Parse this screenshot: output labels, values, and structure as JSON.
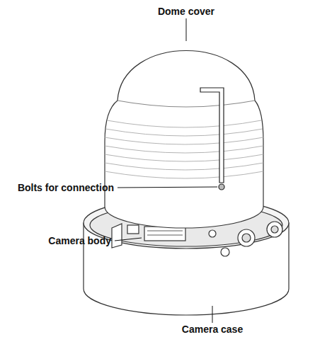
{
  "diagram": {
    "labels": [
      "Dome cover",
      "Bolts for connection",
      "Camera body",
      "Camera case"
    ]
  }
}
